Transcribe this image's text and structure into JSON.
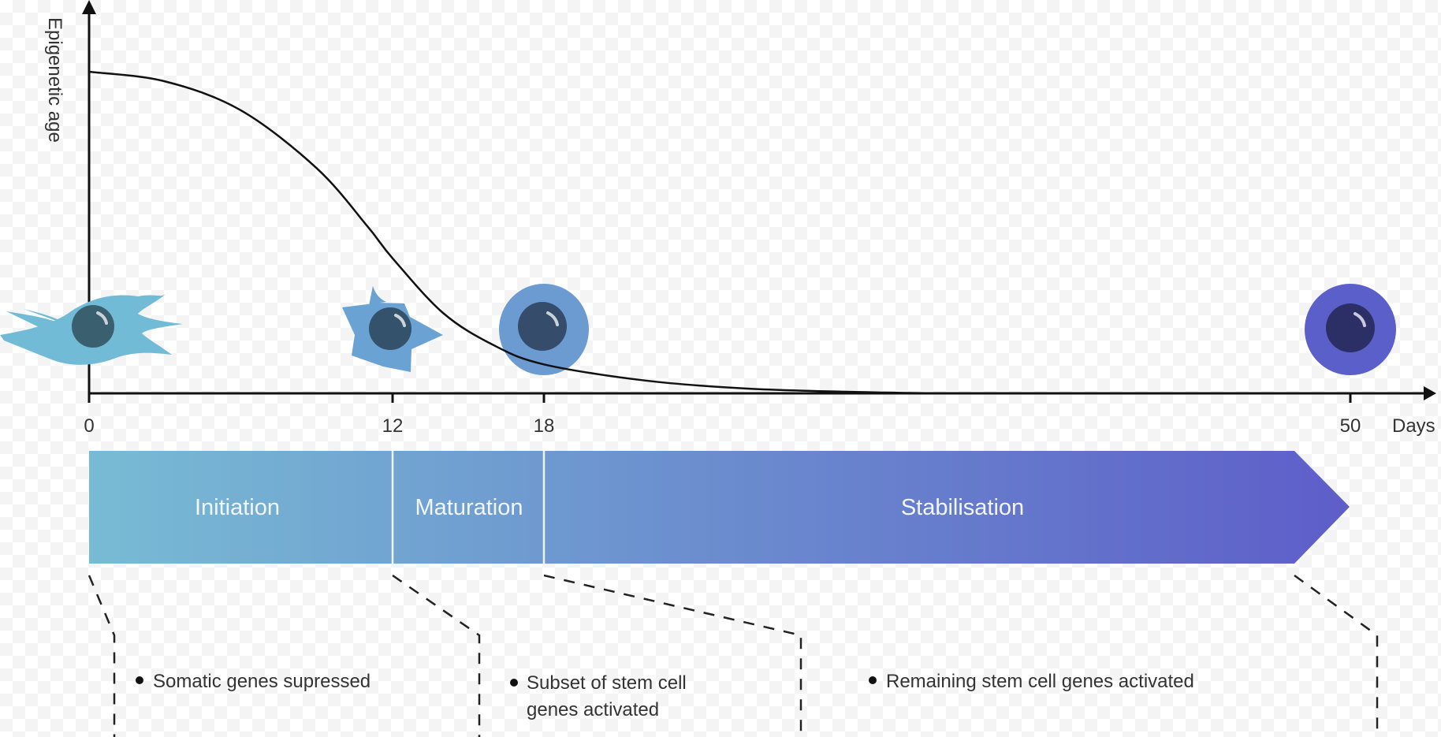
{
  "chart_data": {
    "type": "line",
    "title": "",
    "xlabel": "Days",
    "ylabel": "Epigenetic age",
    "xlim": [
      0,
      50
    ],
    "ylim": [
      0,
      1
    ],
    "grid": false,
    "x_ticks": [
      "0",
      "12",
      "18",
      "50"
    ],
    "x_tick_values": [
      0,
      12,
      18,
      50
    ],
    "series": [
      {
        "name": "Epigenetic age",
        "x": [
          0,
          3,
          6,
          9,
          11,
          12,
          14,
          16,
          18,
          22,
          26,
          30,
          35,
          50
        ],
        "y": [
          1.0,
          0.97,
          0.88,
          0.7,
          0.52,
          0.42,
          0.25,
          0.15,
          0.09,
          0.04,
          0.015,
          0.005,
          0.0,
          0.0
        ]
      }
    ]
  },
  "cells": [
    {
      "day": 0,
      "type": "somatic-fibroblast",
      "body_color": "#72bbd6",
      "nucleus_color": "#3a5f6e"
    },
    {
      "day": 12,
      "type": "intermediate-star",
      "body_color": "#6aa3d3",
      "nucleus_color": "#35526d"
    },
    {
      "day": 18,
      "type": "round-early-ipsc",
      "body_color": "#6b9bd1",
      "nucleus_color": "#354c6a"
    },
    {
      "day": 50,
      "type": "round-mature-ipsc",
      "body_color": "#5b5fc9",
      "nucleus_color": "#2c2e66"
    }
  ],
  "phases": [
    {
      "label": "Initiation",
      "start_day": 0,
      "end_day": 12
    },
    {
      "label": "Maturation",
      "start_day": 12,
      "end_day": 18
    },
    {
      "label": "Stabilisation",
      "start_day": 18,
      "end_day": 50
    }
  ],
  "phase_gradient": {
    "start": "#78bbd4",
    "end": "#5e5ec9"
  },
  "notes": [
    {
      "lines": [
        "Somatic genes supressed"
      ]
    },
    {
      "lines": [
        "Subset of stem cell",
        "genes activated"
      ]
    },
    {
      "lines": [
        "Remaining stem cell genes activated"
      ]
    }
  ]
}
